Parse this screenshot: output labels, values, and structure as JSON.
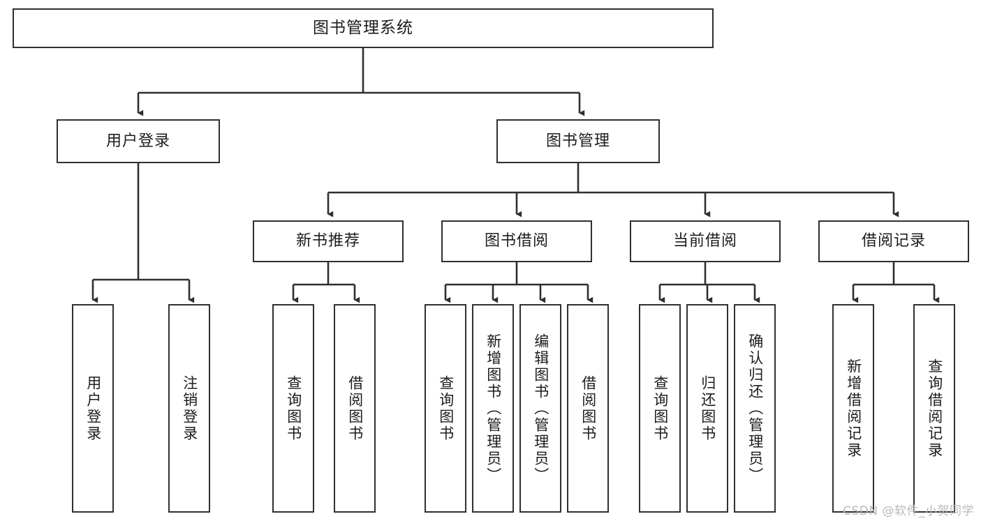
{
  "diagram": {
    "type": "tree",
    "title": "图书管理系统",
    "root": {
      "label": "图书管理系统"
    },
    "level2": [
      {
        "label": "用户登录"
      },
      {
        "label": "图书管理"
      }
    ],
    "level3": [
      {
        "label": "新书推荐"
      },
      {
        "label": "图书借阅"
      },
      {
        "label": "当前借阅"
      },
      {
        "label": "借阅记录"
      }
    ],
    "leaves": {
      "user_login": [
        {
          "label": "用户登录"
        },
        {
          "label": "注销登录"
        }
      ],
      "new_book_recommend": [
        {
          "label": "查询图书"
        },
        {
          "label": "借阅图书"
        }
      ],
      "book_borrow": [
        {
          "label": "查询图书"
        },
        {
          "label": "新增图书（管理员）"
        },
        {
          "label": "编辑图书（管理员）"
        },
        {
          "label": "借阅图书"
        }
      ],
      "current_borrow": [
        {
          "label": "查询图书"
        },
        {
          "label": "归还图书"
        },
        {
          "label": "确认归还（管理员）"
        }
      ],
      "borrow_record": [
        {
          "label": "新增借阅记录"
        },
        {
          "label": "查询借阅记录"
        }
      ]
    }
  },
  "watermark": {
    "text": "CSDN @软件_小贺同学"
  },
  "colors": {
    "box_border": "#2f2f2f",
    "box_fill": "#ffffff",
    "line": "#333333",
    "text": "#1c1c1c",
    "watermark": "#b9b9b9"
  }
}
